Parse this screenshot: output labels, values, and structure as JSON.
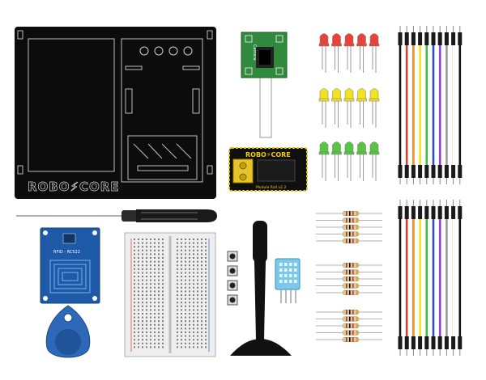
{
  "products": {
    "base_plate": {
      "brand_logo": "ROBO⚡CORE"
    },
    "camera_module": {
      "label": "Camera",
      "colors": {
        "pcb": "#2f8a3e"
      }
    },
    "module_board": {
      "brand_logo": "ROBO⚡CORE",
      "label": "Module Rail v2.2"
    },
    "rfid_module": {
      "label": "RFID - RC522"
    },
    "breadboard": {
      "colors": {
        "body": "#eeeeee"
      }
    },
    "leds": {
      "colors": [
        "#e8433a",
        "#f3e21f",
        "#57c443"
      ]
    },
    "jumper_wires": {
      "colors": [
        "#111111",
        "#e13b2f",
        "#f08a1c",
        "#f2e21c",
        "#42b648",
        "#2f4fbf",
        "#8a43c8",
        "#9a9a9a",
        "#ffffff",
        "#111111"
      ]
    },
    "dht_sensor": {
      "colors": {
        "body": "#7cc8ea"
      }
    }
  }
}
